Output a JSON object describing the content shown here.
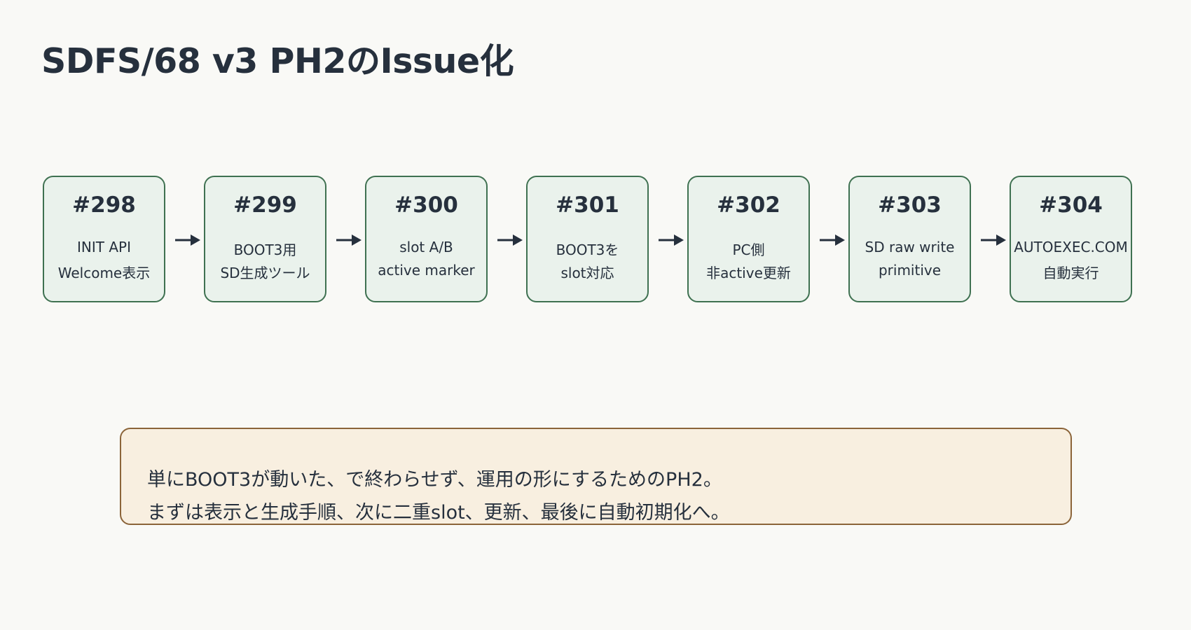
{
  "title": "SDFS/68 v3 PH2のIssue化",
  "issues": [
    {
      "id": "#298",
      "line1": "INIT API",
      "line2": "Welcome表示"
    },
    {
      "id": "#299",
      "line1": "BOOT3用",
      "line2": "SD生成ツール"
    },
    {
      "id": "#300",
      "line1": "slot A/B",
      "line2": "active marker"
    },
    {
      "id": "#301",
      "line1": "BOOT3を",
      "line2": "slot対応"
    },
    {
      "id": "#302",
      "line1": "PC側",
      "line2": "非active更新"
    },
    {
      "id": "#303",
      "line1": "SD raw write",
      "line2": "primitive"
    },
    {
      "id": "#304",
      "line1": "AUTOEXEC.COM",
      "line2": "自動実行"
    }
  ],
  "note": {
    "line1": "単にBOOT3が動いた、で終わらせず、運用の形にするためのPH2。",
    "line2": "まずは表示と生成手順、次に二重slot、更新、最後に自動初期化へ。"
  },
  "colors": {
    "background": "#f9f9f6",
    "text": "#26303d",
    "node_fill": "#eaf2ec",
    "node_border": "#3f7151",
    "note_fill": "#f8efe0",
    "note_border": "#8b6439",
    "arrow": "#26303d"
  }
}
